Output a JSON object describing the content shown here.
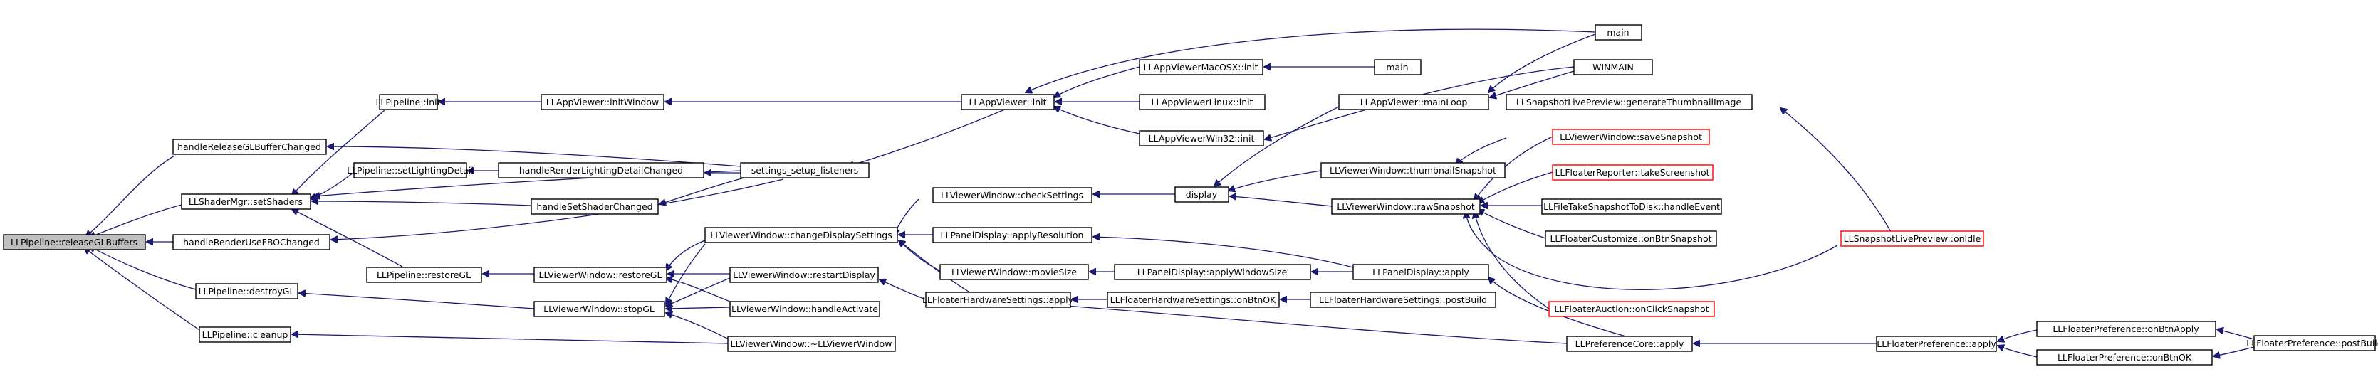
{
  "nodes": {
    "releaseGLBuffers": "LLPipeline::releaseGLBuffers",
    "handleReleaseGLBufferChanged": "handleReleaseGLBufferChanged",
    "setShaders": "LLShaderMgr::setShaders",
    "handleRenderUseFBOChanged": "handleRenderUseFBOChanged",
    "destroyGL": "LLPipeline::destroyGL",
    "cleanup": "LLPipeline::cleanup",
    "pipelineInit": "LLPipeline::init",
    "setLightingDetail": "LLPipeline::setLightingDetail",
    "handleSetShaderChanged": "handleSetShaderChanged",
    "restoreGL_pipeline": "LLPipeline::restoreGL",
    "initWindow": "LLAppViewer::initWindow",
    "handleRenderLightingDetailChanged": "handleRenderLightingDetailChanged",
    "settingsSetupListeners": "settings_setup_listeners",
    "viewerRestoreGL": "LLViewerWindow::restoreGL",
    "stopGL": "LLViewerWindow::stopGL",
    "changeDisplaySettings": "LLViewerWindow::changeDisplaySettings",
    "restartDisplay": "LLViewerWindow::restartDisplay",
    "handleActivate": "LLViewerWindow::handleActivate",
    "viewerWindowDtor": "LLViewerWindow::~LLViewerWindow",
    "appViewerInit": "LLAppViewer::init",
    "checkSettings": "LLViewerWindow::checkSettings",
    "applyResolution": "LLPanelDisplay::applyResolution",
    "movieSize": "LLViewerWindow::movieSize",
    "hardwareApply": "LLFloaterHardwareSettings::apply",
    "macInit": "LLAppViewerMacOSX::init",
    "linuxInit": "LLAppViewerLinux::init",
    "win32Init": "LLAppViewerWin32::init",
    "applyWindowSize": "LLPanelDisplay::applyWindowSize",
    "hardwareOnBtnOK": "LLFloaterHardwareSettings::onBtnOK",
    "display": "display",
    "main2": "main",
    "mainLoop": "LLAppViewer::mainLoop",
    "thumbnailSnapshot": "LLViewerWindow::thumbnailSnapshot",
    "rawSnapshot": "LLViewerWindow::rawSnapshot",
    "panelDisplayApply": "LLPanelDisplay::apply",
    "hardwarePostBuild": "LLFloaterHardwareSettings::postBuild",
    "main1": "main",
    "winmain": "WINMAIN",
    "generateThumbnailImage": "LLSnapshotLivePreview::generateThumbnailImage",
    "saveSnapshot": "LLViewerWindow::saveSnapshot",
    "takeScreenshot": "LLFloaterReporter::takeScreenshot",
    "takeSnapshotToDisk": "LLFileTakeSnapshotToDisk::handleEvent",
    "customizeOnBtnSnapshot": "LLFloaterCustomize::onBtnSnapshot",
    "auctionOnClickSnapshot": "LLFloaterAuction::onClickSnapshot",
    "preferenceCoreApply": "LLPreferenceCore::apply",
    "onIdle": "LLSnapshotLivePreview::onIdle",
    "floaterPreferenceApply": "LLFloaterPreference::apply",
    "onBtnApply": "LLFloaterPreference::onBtnApply",
    "prefOnBtnOK": "LLFloaterPreference::onBtnOK",
    "prefPostBuild": "LLFloaterPreference::postBuild"
  },
  "colors": {
    "edge": "#191970",
    "root_fill": "#bfbfbf",
    "node_fill": "#ffffff",
    "node_border": "#000000",
    "truncated_border": "#ff0000"
  }
}
